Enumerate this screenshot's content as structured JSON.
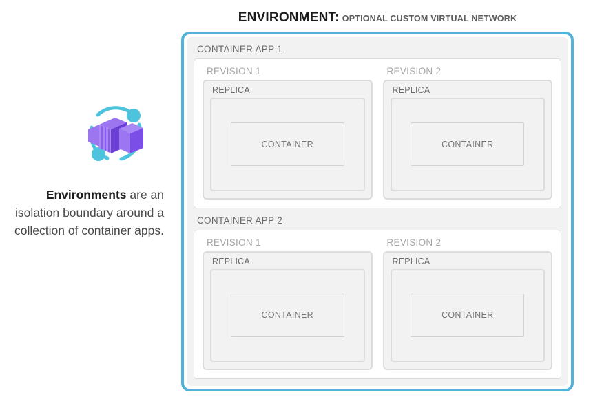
{
  "caption": {
    "strong": "Environments",
    "rest": " are an isolation boundary around a collection of container apps."
  },
  "icon": {
    "name": "azure-container-apps-icon",
    "colors": {
      "arc": "#4ec3dd",
      "dot": "#4ec3dd",
      "box_light": "#9b76f0",
      "box_mid": "#8a5cf0",
      "box_dark": "#6b3fd4"
    }
  },
  "environment": {
    "title_main": "ENVIRONMENT:",
    "title_sub": "OPTIONAL CUSTOM VIRTUAL NETWORK",
    "border_color": "#52b3d9",
    "apps": [
      {
        "label": "CONTAINER APP 1",
        "revisions": [
          {
            "label": "REVISION 1",
            "replica_label": "REPLICA",
            "container_label": "CONTAINER"
          },
          {
            "label": "REVISION 2",
            "replica_label": "REPLICA",
            "container_label": "CONTAINER"
          }
        ]
      },
      {
        "label": "CONTAINER APP 2",
        "revisions": [
          {
            "label": "REVISION 1",
            "replica_label": "REPLICA",
            "container_label": "CONTAINER"
          },
          {
            "label": "REVISION 2",
            "replica_label": "REPLICA",
            "container_label": "CONTAINER"
          }
        ]
      }
    ]
  }
}
